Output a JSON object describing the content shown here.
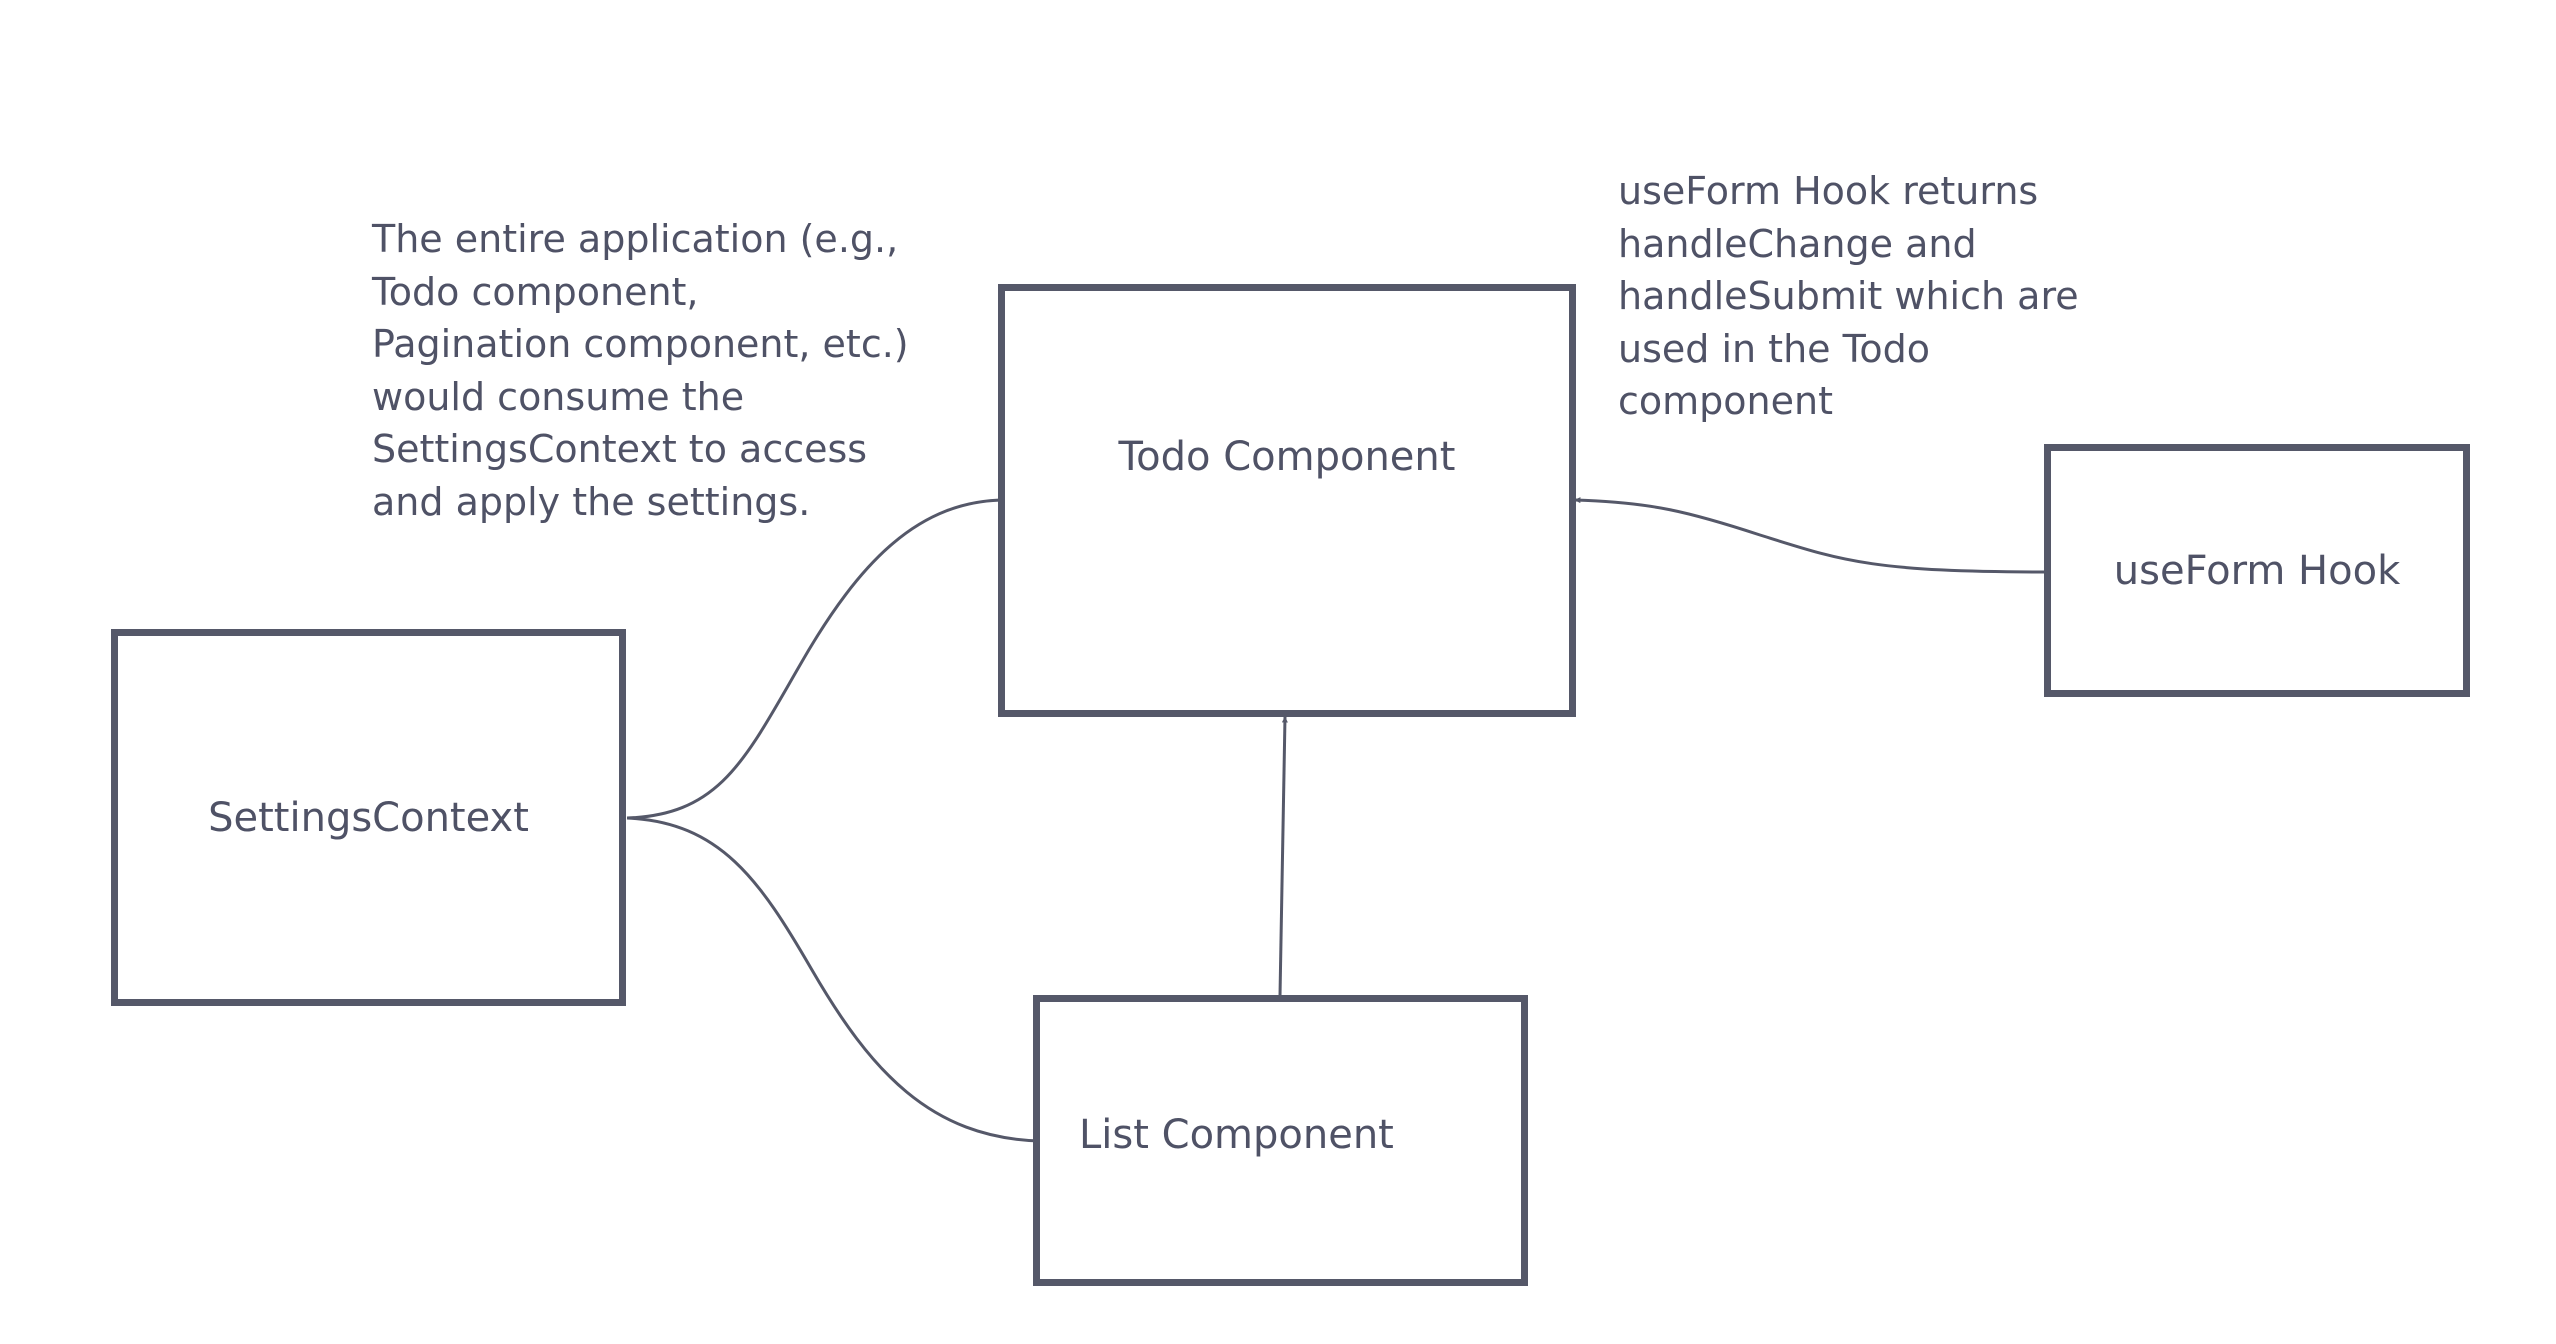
{
  "diagram": {
    "nodes": {
      "settings_context": {
        "label": "SettingsContext"
      },
      "todo_component": {
        "label": "Todo Component"
      },
      "list_component": {
        "label": "List Component"
      },
      "useform_hook": {
        "label": "useForm Hook"
      }
    },
    "notes": {
      "settings_note": {
        "lines": [
          "The entire application (e.g.,",
          "Todo component,",
          "Pagination component, etc.)",
          "would consume the",
          "SettingsContext to access",
          "and apply the settings."
        ]
      },
      "hook_note": {
        "lines": [
          "useForm Hook returns",
          "handleChange and",
          "handleSubmit which are",
          "used in the Todo",
          "component"
        ]
      }
    },
    "edges": [
      {
        "from": "SettingsContext",
        "to": "Todo Component"
      },
      {
        "from": "SettingsContext",
        "to": "List Component"
      },
      {
        "from": "List Component",
        "to": "Todo Component"
      },
      {
        "from": "useForm Hook",
        "to": "Todo Component"
      }
    ],
    "colors": {
      "stroke": "#555869",
      "text": "#4f5266",
      "background": "#ffffff"
    }
  }
}
